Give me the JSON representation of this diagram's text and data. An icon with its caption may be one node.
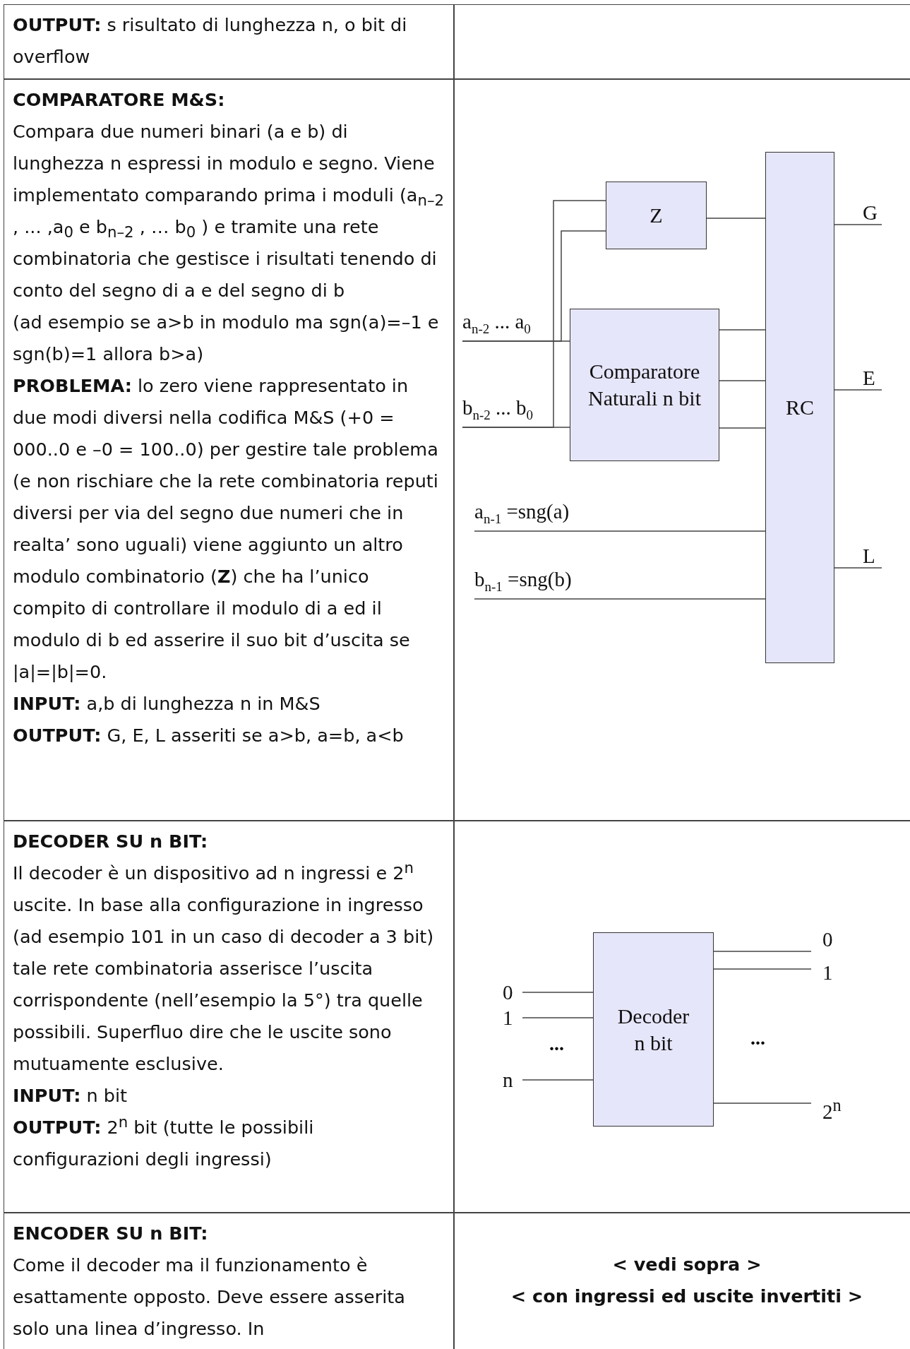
{
  "diagram": {
    "nodes": [
      {
        "text": [
          "Z"
        ]
      },
      {
        "text": [
          "Comparatore Naturali n bit"
        ]
      },
      {
        "text": [
          "RC"
        ]
      },
      {
        "text": [
          "a$_{n-2}$ ... a$_{0}$"
        ]
      },
      {
        "text": [
          "b$_{n-2}$ ... b$_{0}$"
        ]
      },
      {
        "text": [
          "a$_{n-1}$ =sng(a)"
        ]
      },
      {
        "text": [
          "b$_{n-1}$ =sng(b)"
        ]
      },
      {
        "text": [
          "G"
        ]
      },
      {
        "text": [
          "E"
        ]
      },
      {
        "text": [
          "L"
        ]
      },
      {
        "text": [
          "Decoder n bit"
        ]
      },
      {
        "text": [
          "0"
        ]
      },
      {
        "text": [
          "1"
        ]
      },
      {
        "text": [
          "n"
        ]
      },
      {
        "text": [
          "0"
        ]
      },
      {
        "text": [
          "1"
        ]
      },
      {
        "text": [
          "2$^{n}$"
        ]
      }
    ],
    "edges": [
      {
        "from": 3,
        "to": 1,
        "arrow": "none"
      },
      {
        "from": 3,
        "to": 0,
        "arrow": "none"
      },
      {
        "from": 4,
        "to": 1,
        "arrow": "none"
      },
      {
        "from": 4,
        "to": 0,
        "arrow": "none"
      },
      {
        "from": 0,
        "to": 2,
        "arrow": "none"
      },
      {
        "from": 1,
        "to": 2,
        "arrow": "none"
      },
      {
        "from": 1,
        "to": 2,
        "arrow": "none"
      },
      {
        "from": 1,
        "to": 2,
        "arrow": "none"
      },
      {
        "from": 5,
        "to": 2,
        "arrow": "none"
      },
      {
        "from": 6,
        "to": 2,
        "arrow": "none"
      },
      {
        "from": 2,
        "to": 7,
        "arrow": "none"
      },
      {
        "from": 2,
        "to": 8,
        "arrow": "none"
      },
      {
        "from": 2,
        "to": 9,
        "arrow": "none"
      },
      {
        "from": 11,
        "to": 10,
        "arrow": "none"
      },
      {
        "from": 12,
        "to": 10,
        "arrow": "none"
      },
      {
        "from": 13,
        "to": 10,
        "arrow": "none"
      },
      {
        "from": 10,
        "to": 14,
        "arrow": "none"
      },
      {
        "from": 10,
        "to": 15,
        "arrow": "none"
      },
      {
        "from": 10,
        "to": 16,
        "arrow": "none"
      }
    ],
    "labels": [
      "**OUTPUT:** s risultato di lunghezza n, o bit di overflow",
      "COMPARATORE M&S:",
      "Compara due numeri binari (a e b) di lunghezza n espressi in modulo e segno. Viene implementato comparando prima i moduli (a$_{n–2}$ , ... ,a$_{0}$ e b$_{n–2}$ , … b$_{0}$ ) e tramite una rete combinatoria che gestisce i risultati tenendo di conto del segno di a e del segno di b",
      "(ad esempio se a>b in modulo ma sgn(a)=–1 e sgn(b)=1 allora b>a)",
      "**PROBLEMA:** lo zero viene rappresentato in due modi diversi nella codifica M&S (+0 = 000..0 e –0 = 100..0) per gestire tale problema (e non rischiare che la rete combinatoria reputi diversi per via del segno due numeri che in realta’ sono uguali) viene aggiunto un altro modulo combinatorio (**Z**) che ha l’unico compito di controllare il modulo di a ed il modulo di b ed asserire il suo bit d’uscita se |a|=|b|=0.",
      "**INPUT:** a,b di lunghezza n in M&S",
      "**OUTPUT:** G, E, L asseriti se a>b, a=b, a<b",
      "DECODER SU n BIT:",
      "Il decoder è un dispositivo ad n ingressi e 2$^{n}$ uscite. In base alla configurazione in ingresso (ad esempio 101 in un caso di decoder a 3 bit) tale rete combinatoria asserisce l’uscita corrispondente (nell’esempio la 5°) tra quelle possibili. Superfluo dire che le uscite sono mutuamente esclusive.",
      "**INPUT:** n bit",
      "**OUTPUT:** 2$^{n}$ bit (tutte le possibili configurazioni degli ingressi)",
      "...",
      "...",
      "ENCODER SU n BIT:",
      "Come il decoder ma il funzionamento è esattamente opposto. Deve essere asserita solo una linea d’ingresso. In",
      "< vedi sopra >",
      "< con ingressi ed uscite invertiti >"
    ]
  }
}
